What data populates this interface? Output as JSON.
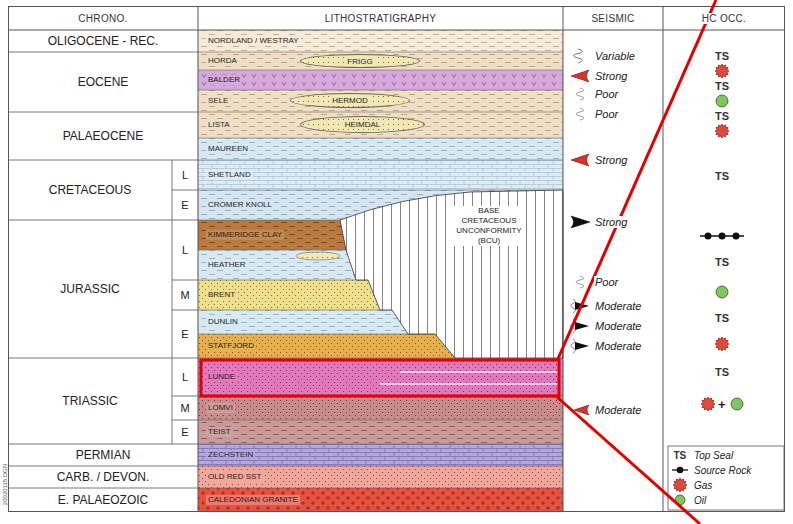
{
  "diagram": {
    "nodes": [
      {
        "text": [
          "CHRONO."
        ]
      },
      {
        "text": [
          "LITHOSTRATIGRAPHY"
        ]
      },
      {
        "text": [
          "SEISMIC"
        ]
      },
      {
        "text": [
          "HC OCC."
        ]
      },
      {
        "text": [
          "OLIGOCENE - REC."
        ]
      },
      {
        "text": [
          "EOCENE"
        ]
      },
      {
        "text": [
          "PALAEOCENE"
        ]
      },
      {
        "text": [
          "CRETACEOUS"
        ]
      },
      {
        "text": [
          "L"
        ]
      },
      {
        "text": [
          "E"
        ]
      },
      {
        "text": [
          "JURASSIC"
        ]
      },
      {
        "text": [
          "L"
        ]
      },
      {
        "text": [
          "M"
        ]
      },
      {
        "text": [
          "E"
        ]
      },
      {
        "text": [
          "TRIASSIC"
        ]
      },
      {
        "text": [
          "L"
        ]
      },
      {
        "text": [
          "M"
        ]
      },
      {
        "text": [
          "E"
        ]
      },
      {
        "text": [
          "PERMIAN"
        ]
      },
      {
        "text": [
          "CARB. / DEVON."
        ]
      },
      {
        "text": [
          "E. PALAEOZOIC"
        ]
      },
      {
        "text": [
          "NORDLAND / WESTRAY"
        ]
      },
      {
        "text": [
          "HORDA"
        ]
      },
      {
        "text": [
          "FRIGG"
        ],
        "in": 22
      },
      {
        "text": [
          "BALDER"
        ]
      },
      {
        "text": [
          "SELE"
        ]
      },
      {
        "text": [
          "HERMOD"
        ],
        "in": 25
      },
      {
        "text": [
          "LISTA"
        ]
      },
      {
        "text": [
          "HEIMDAL"
        ],
        "in": 27
      },
      {
        "text": [
          "MAUREEN"
        ]
      },
      {
        "text": [
          "SHETLAND"
        ]
      },
      {
        "text": [
          "CROMER KNOLL"
        ]
      },
      {
        "text": [
          "KIMMERIDGE CLAY"
        ]
      },
      {
        "text": [
          "HEATHER"
        ]
      },
      {
        "text": [
          "BRENT"
        ]
      },
      {
        "text": [
          "DUNLIN"
        ]
      },
      {
        "text": [
          "STATFJORD"
        ]
      },
      {
        "text": [
          "LUNDE"
        ]
      },
      {
        "text": [
          "LOMVI"
        ]
      },
      {
        "text": [
          "TEIST"
        ]
      },
      {
        "text": [
          "ZECHSTEIN"
        ]
      },
      {
        "text": [
          "OLD RED SST"
        ]
      },
      {
        "text": [
          "CALEDONIAN GRANITE"
        ]
      }
    ],
    "labels": [
      "BASE CRETACEOUS UNCONFORMITY (BCU)",
      "Variable",
      "Strong",
      "Poor",
      "Poor",
      "Strong",
      "Strong",
      "Poor",
      "Moderate",
      "Moderate",
      "Moderate",
      "Moderate",
      "TS",
      "TS",
      "TS",
      "TS",
      "TS",
      "TS",
      "TS",
      "+",
      "TS",
      "20020115.DGN"
    ],
    "legend": [
      {
        "text": "Top Seal"
      },
      {
        "text": "Source Rock"
      },
      {
        "text": "Gas"
      },
      {
        "text": "Oil"
      }
    ]
  }
}
